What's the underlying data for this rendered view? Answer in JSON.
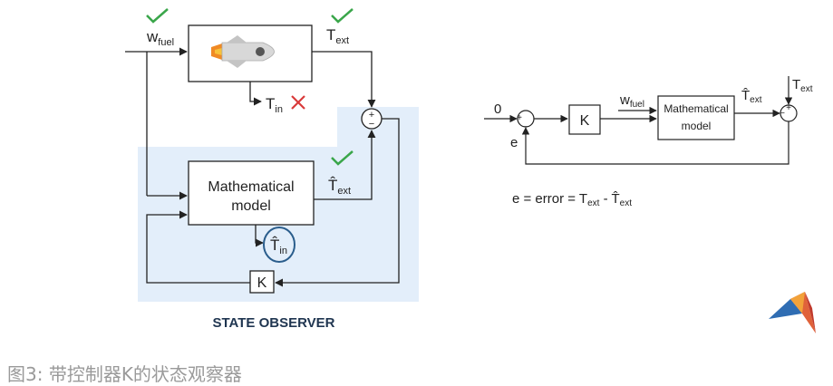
{
  "left_diagram": {
    "input_label": "w",
    "input_sub": "fuel",
    "plant_output": "T",
    "plant_output_sub": "ext",
    "plant_internal": "T",
    "plant_internal_sub": "in",
    "model_line1": "Mathematical",
    "model_line2": "model",
    "est_output": "T̂",
    "est_output_sub": "ext",
    "est_internal": "T̂",
    "est_internal_sub": "in",
    "gain": "K",
    "sum_plus": "+",
    "sum_minus": "−",
    "observer_title": "STATE OBSERVER"
  },
  "right_diagram": {
    "ref_value": "0",
    "gain": "K",
    "input_label": "w",
    "input_sub": "fuel",
    "model_line1": "Mathematical",
    "model_line2": "model",
    "est_output": "T̂",
    "est_output_sub": "ext",
    "ext_input": "T",
    "ext_input_sub": "ext",
    "error_label": "e",
    "sum_plus": "+",
    "sum_minus": "−",
    "equation_prefix": "e = error = T",
    "equation_sub1": "ext",
    "equation_mid": " - T̂",
    "equation_sub2": "ext"
  },
  "caption": "图3: 带控制器K的状态观察器",
  "colors": {
    "observer_bg": "#e3eefa",
    "check": "#3aa64a",
    "cross": "#d93a3a",
    "circle": "#2a5d8c",
    "line": "#222222"
  }
}
